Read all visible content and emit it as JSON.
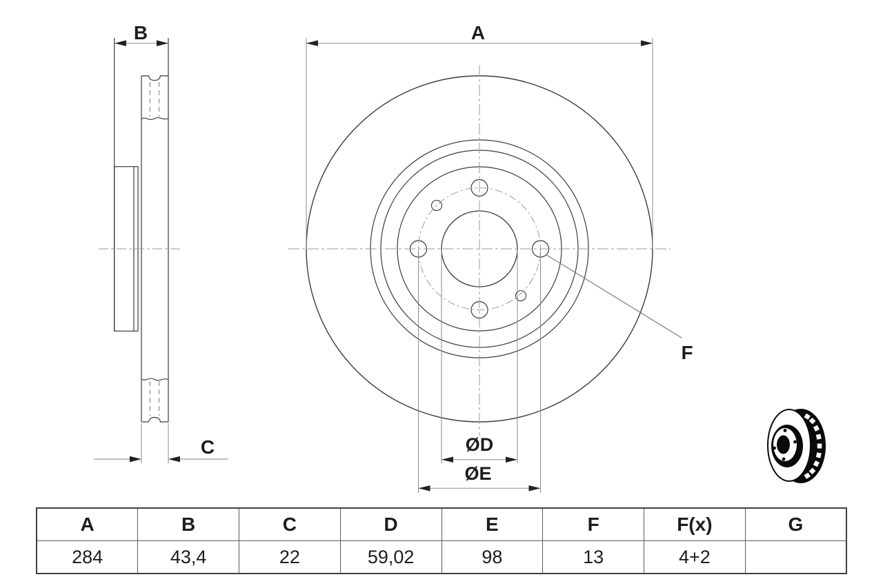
{
  "drawing": {
    "labels": {
      "a": "A",
      "b": "B",
      "c": "C",
      "f": "F",
      "d_dia": "ØD",
      "e_dia": "ØE"
    }
  },
  "table": {
    "headers": [
      "A",
      "B",
      "C",
      "D",
      "E",
      "F",
      "F(x)",
      "G"
    ],
    "values": [
      "284",
      "43,4",
      "22",
      "59,02",
      "98",
      "13",
      "4+2",
      ""
    ]
  },
  "icon": {
    "name": "brake-disc-3d-icon"
  },
  "colors": {
    "drawing_line": "#3a3a3a",
    "centerline": "#9a9a9a",
    "dimension_line": "#9a9a9a",
    "arrowhead": "#222222",
    "text": "#1d1d1d",
    "table_border": "#5a5a5a",
    "icon_fill": "#0a0a0a"
  }
}
